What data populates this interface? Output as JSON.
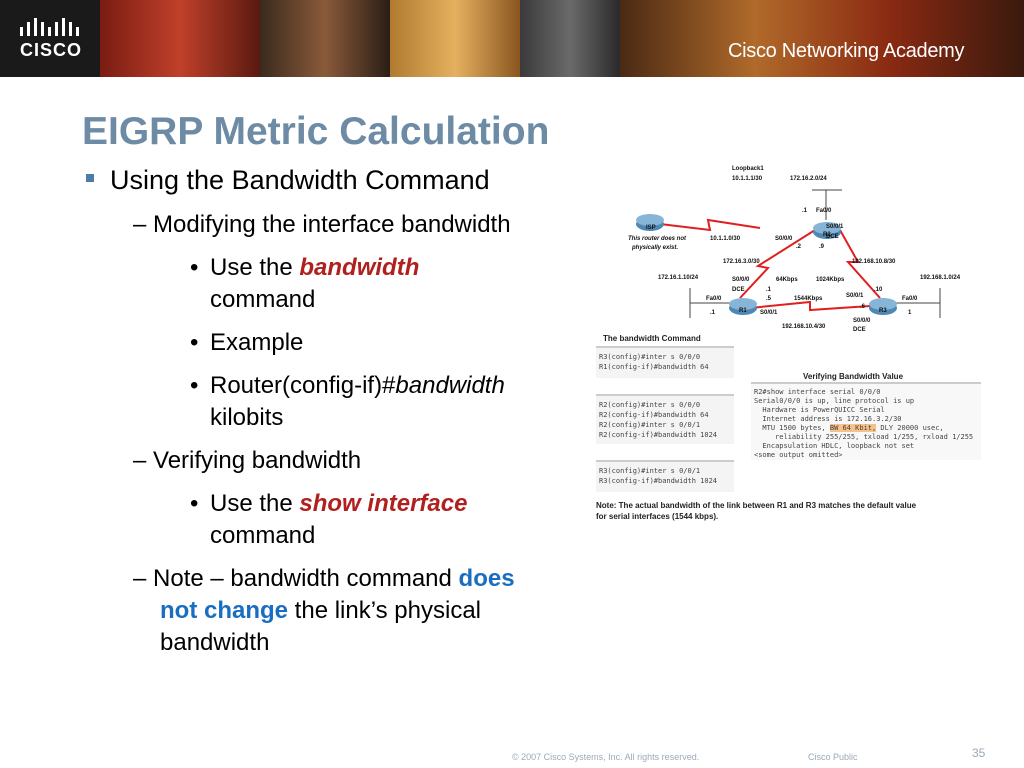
{
  "header": {
    "logo_text": "CISCO",
    "academy_text": "Cisco Networking Academy"
  },
  "slide": {
    "title": "EIGRP Metric Calculation",
    "l1": "Using the Bandwidth Command",
    "l2": "– Modifying the interface bandwidth",
    "l3a": "Use the ",
    "l3a_em": "bandwidth",
    "l3b": "command",
    "l4": "Example",
    "l5a": "Router(config-if)#",
    "l5a_em": "bandwidth",
    "l5b": "kilobits",
    "l6": "– Verifying bandwidth",
    "l7a": "Use the ",
    "l7a_em": "show interface",
    "l7b": "command",
    "l8a": "– Note – bandwidth command ",
    "l8a_em": "does",
    "l8b_em": "not change",
    "l8b": " the link’s physical",
    "l8c": "bandwidth"
  },
  "diagram": {
    "loopback": "Loopback1",
    "loopback_addr": "10.1.1.1/30",
    "net_172_16_2": "172.16.2.0/24",
    "r2_dot1": ".1",
    "r2_fa": "Fa0/0",
    "r2_s001": "S0/0/1",
    "r2_dce": "DCE",
    "isp": "ISP",
    "isp_note1": "This router does not",
    "isp_note2": "physically exist.",
    "net_10_1_1": "10.1.1.0/30",
    "r2_s000": "S0/0/0",
    "r2_dot2": ".2",
    "r2_dot9": ".9",
    "r2": "R2",
    "net_172_16_3": "172.16.3.0/30",
    "net_192_168_10_8": "192.168.10.8/30",
    "net_172_16_1": "172.16.1.10/24",
    "r1_s000": "S0/0/0",
    "r1_dce": "DCE",
    "bw_64": "64Kbps",
    "bw_1024": "1024Kbps",
    "net_192_168_1": "192.168.1.0/24",
    "r1_dot1a": ".1",
    "r1_fa": "Fa0/0",
    "r1_dot5": ".5",
    "bw_1544": "1544Kbps",
    "r3_s001": "S0/0/1",
    "r3_dot10": ".10",
    "r3_fa": "Fa0/0",
    "r1_dot1b": ".1",
    "r1": "R1",
    "r1_s001": "S0/0/1",
    "r3_dot6": ".6",
    "r3": "R3",
    "r3_one": "1",
    "net_192_168_10_4": "192.168.10.4/30",
    "r3_s000": "S0/0/0",
    "r3_dce": "DCE"
  },
  "panels": {
    "bw_title": "The bandwidth Command",
    "p1": [
      "R3(config)#inter s 0/0/0",
      "R1(config-if)#bandwidth 64"
    ],
    "p2": [
      "R2(config)#inter s 0/0/0",
      "R2(config-if)#bandwidth 64",
      "R2(config)#inter s 0/0/1",
      "R2(config-if)#bandwidth 1024"
    ],
    "p3": [
      "R3(config)#inter s 0/0/1",
      "R3(config-if)#bandwidth 1024"
    ],
    "verify_title": "Verifying Bandwidth Value",
    "verify": {
      "l1": "R2#show interface serial 0/0/0",
      "l2": "Serial0/0/0 is up, line protocol is up",
      "l3": "  Hardware is PowerQUICC Serial",
      "l4": "  Internet address is 172.16.3.2/30",
      "l5a": "  MTU 1500 bytes, ",
      "l5hl": "BW 64 Kbit,",
      "l5b": " DLY 20000 usec,",
      "l6": "     reliability 255/255, txload 1/255, rxload 1/255",
      "l7": "  Encapsulation HDLC, loopback not set",
      "l8": "<some output omitted>"
    },
    "note1": "Note: The actual bandwidth of the link between R1 and R3 matches the default value",
    "note2": "for serial interfaces (1544 kbps)."
  },
  "footer": {
    "copyright": "© 2007 Cisco Systems, Inc. All rights reserved.",
    "classification": "Cisco Public",
    "page": "35"
  }
}
